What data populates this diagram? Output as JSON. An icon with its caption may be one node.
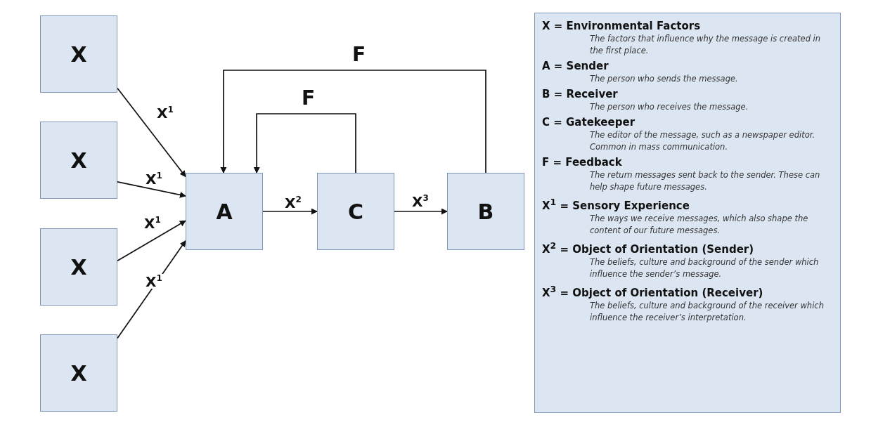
{
  "diagram": {
    "nodes": [
      {
        "text": [
          "X"
        ]
      },
      {
        "text": [
          "X"
        ]
      },
      {
        "text": [
          "X"
        ]
      },
      {
        "text": [
          "X"
        ]
      },
      {
        "text": [
          "A"
        ]
      },
      {
        "text": [
          "C"
        ]
      },
      {
        "text": [
          "B"
        ]
      },
      {
        "text": [
          "X = Environmental Factors",
          "The factors that influence why the message is created in the first place.",
          "A = Sender",
          "The person who sends the message.",
          "B = Receiver",
          "The person who receives the message.",
          "C = Gatekeeper",
          "The editor of the message, such as a newspaper editor. Common in mass communication.",
          "F = Feedback",
          "The return messages sent back to the sender. These can help shape future messages.",
          "X$^{1}$ = Sensory Experience",
          "The ways we receive messages, which also shape the content of our future messages.",
          "X$^{2}$ = Object of Orientation (Sender)",
          "The beliefs, culture and background of the sender which influence the sender’s message.",
          "X$^{3}$ = Object of Orientation (Receiver)",
          "The beliefs, culture and background of the receiver which influence the receiver’s interpretation."
        ]
      }
    ],
    "edges": [
      {
        "from": 0,
        "to": 4,
        "arrow": "to",
        "label": "X$^{1}$"
      },
      {
        "from": 1,
        "to": 4,
        "arrow": "to",
        "label": "X$^{1}$"
      },
      {
        "from": 2,
        "to": 4,
        "arrow": "to",
        "label": "X$^{1}$"
      },
      {
        "from": 3,
        "to": 4,
        "arrow": "to",
        "label": "X$^{1}$"
      },
      {
        "from": 4,
        "to": 5,
        "arrow": "to",
        "label": "X$^{2}$"
      },
      {
        "from": 5,
        "to": 6,
        "arrow": "to",
        "label": "X$^{3}$"
      },
      {
        "from": 5,
        "to": 4,
        "arrow": "to",
        "label": "F"
      },
      {
        "from": 6,
        "to": 4,
        "arrow": "to",
        "label": "F"
      }
    ]
  }
}
